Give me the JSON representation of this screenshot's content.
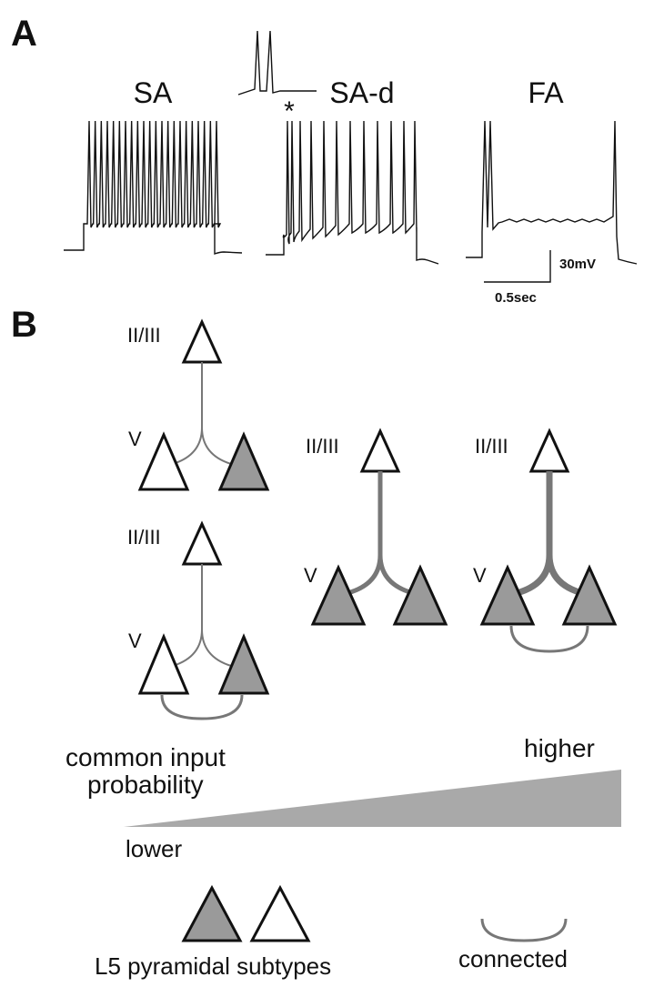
{
  "panel_a": {
    "letter": "A",
    "trace_labels": [
      "SA",
      "SA-d",
      "FA"
    ],
    "asterisk": "*",
    "scale_voltage": "30mV",
    "scale_time": "0.5sec"
  },
  "panel_b": {
    "letter": "B",
    "layer_upper": "II/III",
    "layer_lower": "V",
    "gradient_label_line1": "common input",
    "gradient_label_line2": "probability",
    "gradient_high": "higher",
    "gradient_low": "lower",
    "legend_subtypes": "L5 pyramidal subtypes",
    "legend_connected": "connected"
  },
  "colors": {
    "gray_cell": "#9a9a9a",
    "white_cell": "#ffffff",
    "outline": "#111111",
    "connection": "#777777",
    "gradient": "#a9a9a9"
  }
}
